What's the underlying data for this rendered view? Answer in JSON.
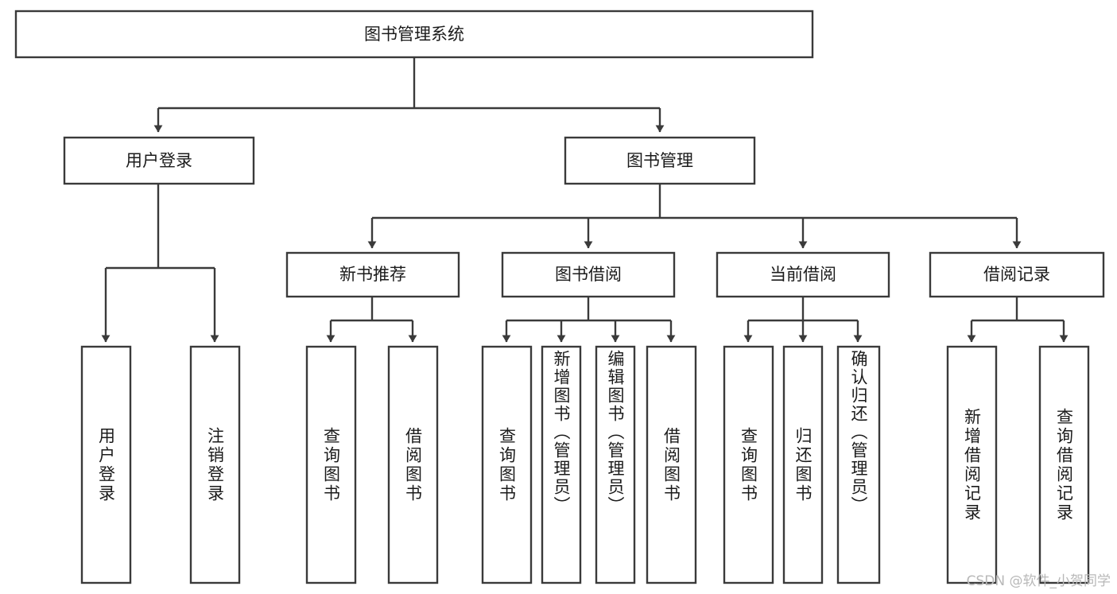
{
  "diagram": {
    "type": "tree-hierarchy-flowchart",
    "root": {
      "id": "root",
      "label": "图书管理系统"
    },
    "level2": [
      {
        "id": "user-login",
        "label": "用户登录"
      },
      {
        "id": "book-management",
        "label": "图书管理"
      }
    ],
    "level3": [
      {
        "id": "new-book-recommend",
        "label": "新书推荐",
        "parent": "book-management"
      },
      {
        "id": "book-borrow",
        "label": "图书借阅",
        "parent": "book-management"
      },
      {
        "id": "current-borrow",
        "label": "当前借阅",
        "parent": "book-management"
      },
      {
        "id": "borrow-record",
        "label": "借阅记录",
        "parent": "book-management"
      }
    ],
    "leaves": {
      "user_login": [
        {
          "id": "leaf-user-login",
          "label": "用户登录"
        },
        {
          "id": "leaf-logout-login",
          "label": "注销登录"
        }
      ],
      "new_book_recommend": [
        {
          "id": "leaf-query-book-1",
          "label": "查询图书"
        },
        {
          "id": "leaf-borrow-book-1",
          "label": "借阅图书"
        }
      ],
      "book_borrow": [
        {
          "id": "leaf-query-book-2",
          "label": "查询图书"
        },
        {
          "id": "leaf-add-book",
          "label": "新增图书（管理员）"
        },
        {
          "id": "leaf-edit-book",
          "label": "编辑图书（管理员）"
        },
        {
          "id": "leaf-borrow-book-2",
          "label": "借阅图书"
        }
      ],
      "current_borrow": [
        {
          "id": "leaf-query-book-3",
          "label": "查询图书"
        },
        {
          "id": "leaf-return-book",
          "label": "归还图书"
        },
        {
          "id": "leaf-confirm-return",
          "label": "确认归还（管理员）"
        }
      ],
      "borrow_record": [
        {
          "id": "leaf-add-record",
          "label": "新增借阅记录"
        },
        {
          "id": "leaf-query-record",
          "label": "查询借阅记录"
        }
      ]
    },
    "colors": {
      "stroke": "#3a3a3a",
      "fill": "#ffffff",
      "text": "#1b1b1b",
      "watermark": "#b8b8b8"
    }
  },
  "watermark": {
    "text": "CSDN @软件_小贺同学"
  }
}
